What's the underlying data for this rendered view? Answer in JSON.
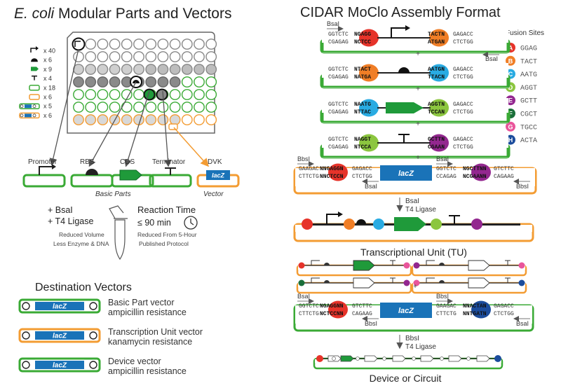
{
  "left": {
    "title_italic": "E. coli",
    "title_rest": " Modular Parts and Vectors",
    "legend": [
      {
        "sym": "promoter",
        "count": "x 40"
      },
      {
        "sym": "rbs",
        "count": "x 6"
      },
      {
        "sym": "cds",
        "count": "x 9"
      },
      {
        "sym": "terminator",
        "count": "x 4"
      },
      {
        "sym": "vector-green",
        "count": "x 18"
      },
      {
        "sym": "vector-orange",
        "count": "x 6"
      },
      {
        "sym": "vector-green-lacz",
        "count": "x 5"
      },
      {
        "sym": "vector-orange-lacz",
        "count": "x 6"
      }
    ],
    "parts": [
      "Promoter",
      "RBS",
      "CDS",
      "Terminator",
      "DVK"
    ],
    "lacz": "lacZ",
    "basic_parts": "Basic Parts",
    "vector": "Vector",
    "reagent1": "+ BsaI",
    "reagent2": "+ T4 Ligase",
    "reduced1": "Reduced Volume",
    "reduced2": "Less Enzyme & DNA",
    "time_title": "Reaction Time",
    "time_value": "≤ 90 min",
    "time_sub1": "Reduced From 5-Hour",
    "time_sub2": "Published Protocol",
    "dest_title": "Destination Vectors",
    "dest": [
      {
        "line1": "Basic Part vector",
        "line2": "ampicillin resistance",
        "color": "#3aaa35"
      },
      {
        "line1": "Transcription Unit vector",
        "line2": "kanamycin resistance",
        "color": "#f39c33"
      },
      {
        "line1": "Device vector",
        "line2": "ampicillin resistance",
        "color": "#3aaa35"
      }
    ]
  },
  "right": {
    "title": "CIDAR MoClo Assembly Format",
    "fusion_title": "Fusion Sites",
    "fusion_sites": [
      {
        "letter": "A",
        "seq": "GGAG",
        "color": "#e6332a"
      },
      {
        "letter": "B",
        "seq": "TACT",
        "color": "#f07e26"
      },
      {
        "letter": "C",
        "seq": "AATG",
        "color": "#29abe2"
      },
      {
        "letter": "D",
        "seq": "AGGT",
        "color": "#8cc63f"
      },
      {
        "letter": "E",
        "seq": "GCTT",
        "color": "#93278f"
      },
      {
        "letter": "F",
        "seq": "CGCT",
        "color": "#1a6f3a"
      },
      {
        "letter": "G",
        "seq": "TGCC",
        "color": "#e9559b"
      },
      {
        "letter": "H",
        "seq": "ACTA",
        "color": "#1b4c9c"
      }
    ],
    "bsai": "BsaI",
    "bbsi": "BbsI",
    "plus": "+",
    "rows": [
      {
        "tl": "GGTCTC",
        "bl": "CGAGAG",
        "lsite_t": "NGAGG",
        "lsite_b": "NCTCC",
        "rsite_t": "TACTN",
        "rsite_b": "ATGAN",
        "tr": "GAGACC",
        "br": "CTCTGG"
      },
      {
        "tl": "GGTCTC",
        "bl": "CGAGAG",
        "lsite_t": "NTACT",
        "lsite_b": "NATGA",
        "rsite_t": "AATGN",
        "rsite_b": "TTACN",
        "tr": "GAGACC",
        "br": "CTCTGG"
      },
      {
        "tl": "GGTCTC",
        "bl": "CGAGAG",
        "lsite_t": "NAATG",
        "lsite_b": "NTTAC",
        "rsite_t": "AGGTN",
        "rsite_b": "TCCAN",
        "tr": "GAGACC",
        "br": "CTCTGG"
      },
      {
        "tl": "GGTCTC",
        "bl": "CGAGAG",
        "lsite_t": "NAGGT",
        "lsite_b": "NTCCA",
        "rsite_t": "GCTTN",
        "rsite_b": "CGAAN",
        "tr": "GAGACC",
        "br": "CTCTGG"
      }
    ],
    "dvk_row": {
      "tl": "GAAGAC",
      "bl": "CTTCTG",
      "lsite_t": "NNGAGGN",
      "lsite_b": "NNCTCCN",
      "mid_l_t": "GAGACC",
      "mid_l_b": "CTCTGG",
      "mid_r_t": "GGTCTC",
      "mid_r_b": "CCAGAG",
      "rsite_t": "NGCTTNN",
      "rsite_b": "NCGAANN",
      "tr": "GTCTTC",
      "br": "CAGAAG"
    },
    "step1": [
      "BsaI",
      "T4 Ligase"
    ],
    "tu_label": "Transcriptional Unit (TU)",
    "dv_row": {
      "tl": "GGTCTC",
      "bl": "CTTCTG",
      "lsite_t": "NGAGGNN",
      "lsite_b": "NCTCCNN",
      "mid_l_t": "GTCTTC",
      "mid_l_b": "CAGAAG",
      "mid_r_t": "GAAGAC",
      "mid_r_b": "CTTCTG",
      "rsite_t": "NNACTAN",
      "rsite_b": "NNTGATN",
      "tr": "GAGACC",
      "br": "CTCTGG"
    },
    "step2": [
      "BbsI",
      "T4 Ligase"
    ],
    "device_label": "Device or Circuit"
  }
}
